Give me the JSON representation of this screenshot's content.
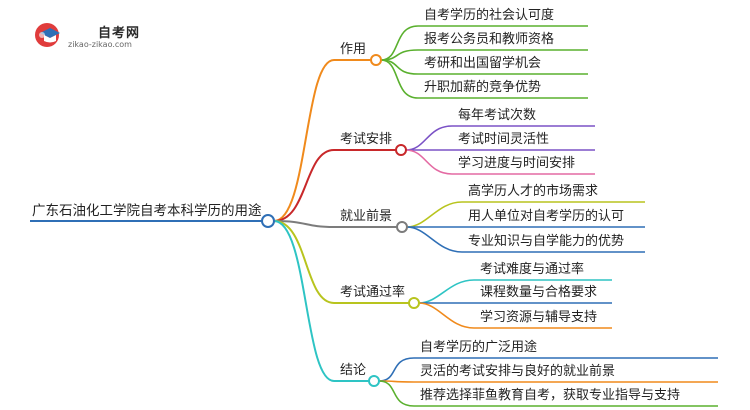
{
  "logo": {
    "name": "自考网",
    "url": "zikao-zikao.com"
  },
  "root": {
    "label": "广东石油化工学院自考本科学历的用途",
    "color": "#2f6fb6"
  },
  "branches": [
    {
      "label": "作用",
      "color": "#f08a1c",
      "children": [
        {
          "label": "自考学历的社会认可度",
          "color": "#5ab02e"
        },
        {
          "label": "报考公务员和教师资格",
          "color": "#5ab02e"
        },
        {
          "label": "考研和出国留学机会",
          "color": "#5ab02e"
        },
        {
          "label": "升职加薪的竞争优势",
          "color": "#5ab02e"
        }
      ]
    },
    {
      "label": "考试安排",
      "color": "#c8282a",
      "children": [
        {
          "label": "每年考试次数",
          "color": "#7b52c6"
        },
        {
          "label": "考试时间灵活性",
          "color": "#7b52c6"
        },
        {
          "label": "学习进度与时间安排",
          "color": "#e46aa3"
        }
      ]
    },
    {
      "label": "就业前景",
      "color": "#7c7c7c",
      "children": [
        {
          "label": "高学历人才的市场需求",
          "color": "#b8c41e"
        },
        {
          "label": "用人单位对自考学历的认可",
          "color": "#2f6fb6"
        },
        {
          "label": "专业知识与自学能力的优势",
          "color": "#2f6fb6"
        }
      ]
    },
    {
      "label": "考试通过率",
      "color": "#b8c41e",
      "children": [
        {
          "label": "考试难度与通过率",
          "color": "#2ec4c4"
        },
        {
          "label": "课程数量与合格要求",
          "color": "#2f6fb6"
        },
        {
          "label": "学习资源与辅导支持",
          "color": "#f08a1c"
        }
      ]
    },
    {
      "label": "结论",
      "color": "#2ec4c4",
      "children": [
        {
          "label": "自考学历的广泛用途",
          "color": "#2f6fb6"
        },
        {
          "label": "灵活的考试安排与良好的就业前景",
          "color": "#f08a1c"
        },
        {
          "label": "推荐选择菲鱼教育自考，获取专业指导与支持",
          "color": "#5ab02e"
        }
      ]
    }
  ]
}
